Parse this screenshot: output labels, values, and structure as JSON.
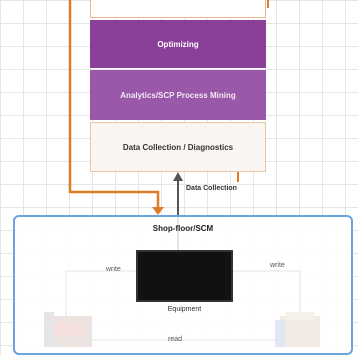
{
  "layers": {
    "optimizing": "Optimizing",
    "analytics": "Analytics/SCP Process Mining",
    "data_collection": "Data Collection / Diagnostics"
  },
  "arrow_label": "Data Collection",
  "shop_floor_title": "Shop-floor/SCM",
  "equipment_label": "Equipment",
  "links": {
    "left": "write",
    "right": "write",
    "bottom": "read"
  },
  "colors": {
    "optimizing": "#8a3f98",
    "analytics": "#9a58a8",
    "orange_flow": "#e07b28",
    "shop_border": "#6aa3dd"
  }
}
